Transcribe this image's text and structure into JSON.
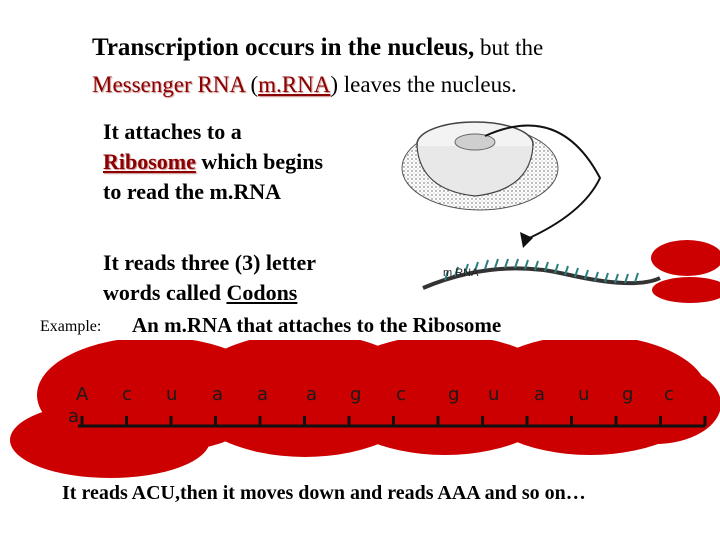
{
  "title": {
    "line1_bold": "Transcription occurs in the  nucleus,",
    "line1_rest": " but the",
    "mrna_name": "Messenger RNA",
    "paren_open": " (",
    "mrna_abbr": "m.RNA",
    "line2_rest": ") leaves the nucleus."
  },
  "block1": {
    "line1": "It attaches to a",
    "ribosome": "Ribosome",
    "line2_rest": " which begins",
    "line3": "to read the m.RNA"
  },
  "block2": {
    "line1": "It reads three (3) letter",
    "line2_start": "words called ",
    "codons": "Codons"
  },
  "diagram_label": "m.RNA",
  "example": {
    "label": "Example:",
    "text": "An m.RNA that attaches to the Ribosome"
  },
  "strand": {
    "letters": [
      "A",
      "c",
      "u",
      "a",
      "a",
      "a",
      "g",
      "c",
      "g",
      "u",
      "a",
      "u",
      "g",
      "c"
    ],
    "stray_letter": "a"
  },
  "footer": "It reads ACU,then it moves down and reads AAA and so on…",
  "colors": {
    "ribosome_red": "#cc0000",
    "title_red": "#8b0000"
  }
}
